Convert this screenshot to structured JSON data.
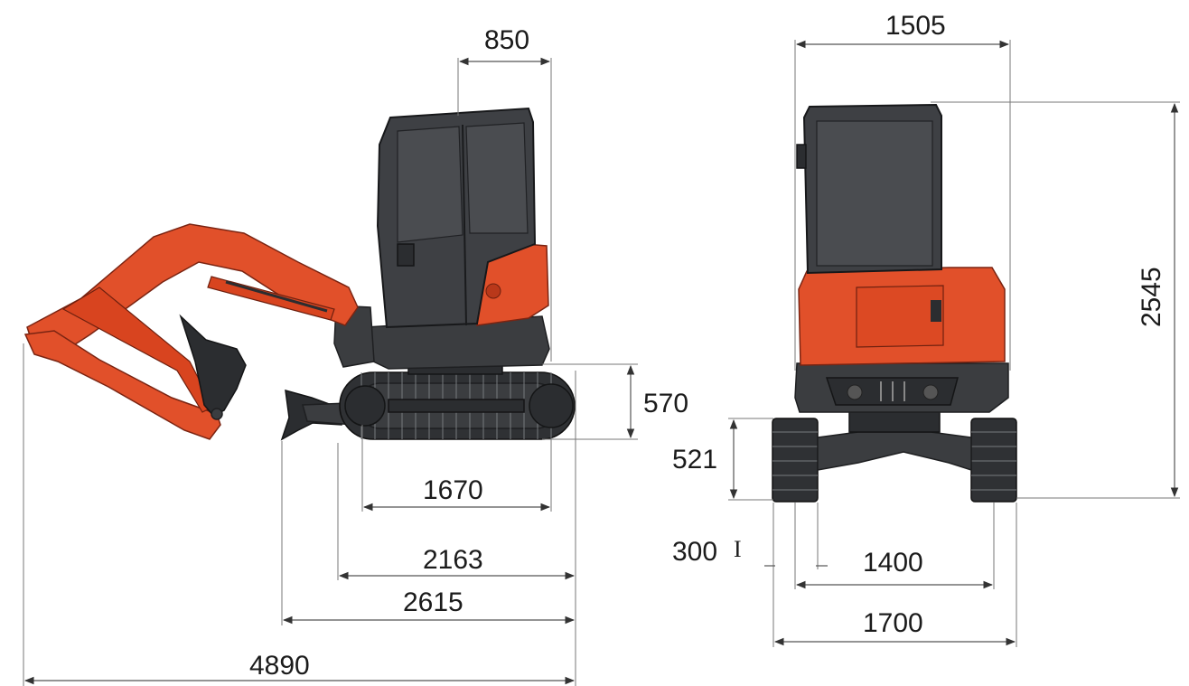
{
  "colors": {
    "body_orange": "#e1502a",
    "cab_gray": "#3e4044",
    "track_dark": "#2f3134",
    "dimension_line": "#555555"
  },
  "side_view": {
    "dimensions": {
      "cab_rear_offset": "850",
      "track_height": "570",
      "tumbler_distance": "1670",
      "track_length": "2163",
      "blade_to_rear": "2615",
      "overall_length": "4890"
    }
  },
  "rear_view": {
    "dimensions": {
      "upper_width": "1505",
      "overall_height": "2545",
      "ground_clearance": "521",
      "shoe_width": "300",
      "shoe_width_marker": "I",
      "track_gauge": "1400",
      "overall_width": "1700"
    }
  }
}
